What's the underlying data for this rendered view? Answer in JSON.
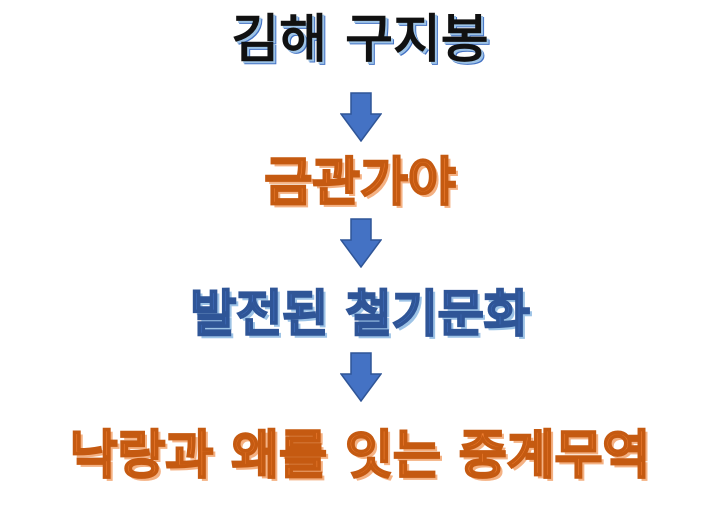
{
  "flow": {
    "step1": "김해 구지봉",
    "step2": "금관가야",
    "step3": "발전된 철기문화",
    "step4": "낙랑과 왜를 잇는 중계무역"
  },
  "colors": {
    "arrow_fill": "#4472c4",
    "arrow_stroke": "#2f5597",
    "orange_text": "#ed7d31",
    "blue_text": "#4472c4",
    "black_text": "#111111"
  }
}
